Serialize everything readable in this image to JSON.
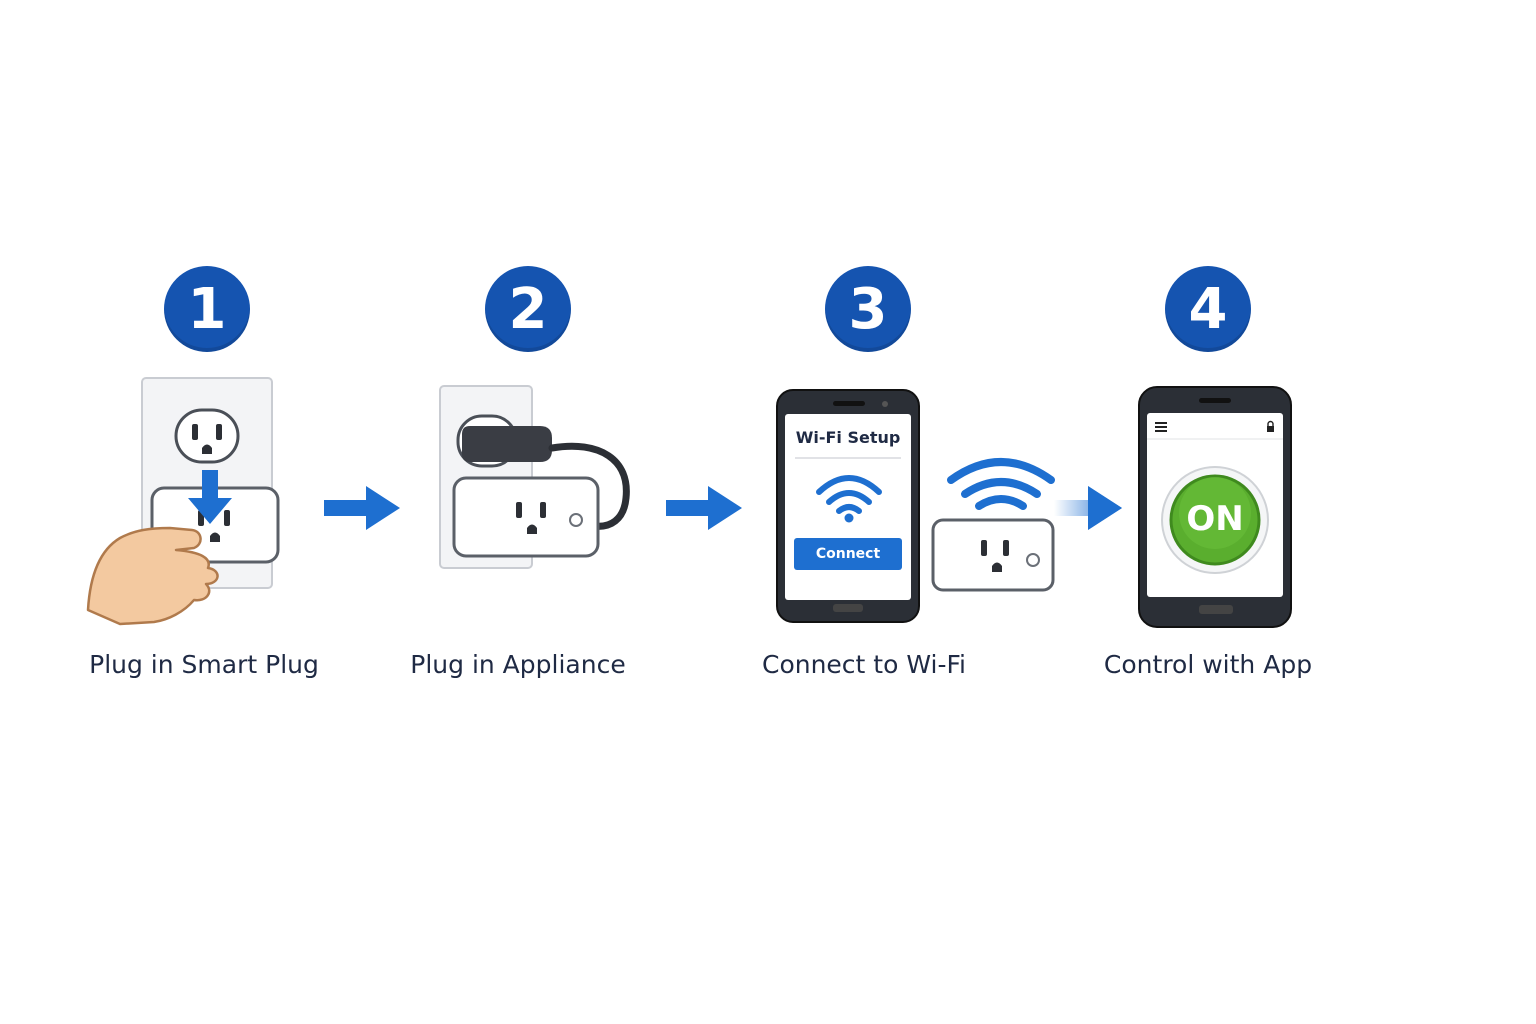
{
  "steps": [
    {
      "number": "1",
      "label": "Plug in Smart Plug"
    },
    {
      "number": "2",
      "label": "Plug in Appliance"
    },
    {
      "number": "3",
      "label": "Connect to Wi-Fi"
    },
    {
      "number": "4",
      "label": "Control with App"
    }
  ],
  "phone3": {
    "title": "Wi-Fi Setup",
    "button_label": "Connect"
  },
  "phone4": {
    "toggle_label": "ON"
  },
  "colors": {
    "badge": "#1554b0",
    "arrow": "#1e6fd0",
    "wifi": "#1e6fd0",
    "connect_button": "#1e6fd0",
    "on_button": "#5aae2e",
    "caption": "#1f2a44"
  },
  "icons": {
    "arrow": "arrow-right-icon",
    "wifi": "wifi-icon",
    "menu": "hamburger-menu-icon",
    "lock": "lock-icon"
  }
}
